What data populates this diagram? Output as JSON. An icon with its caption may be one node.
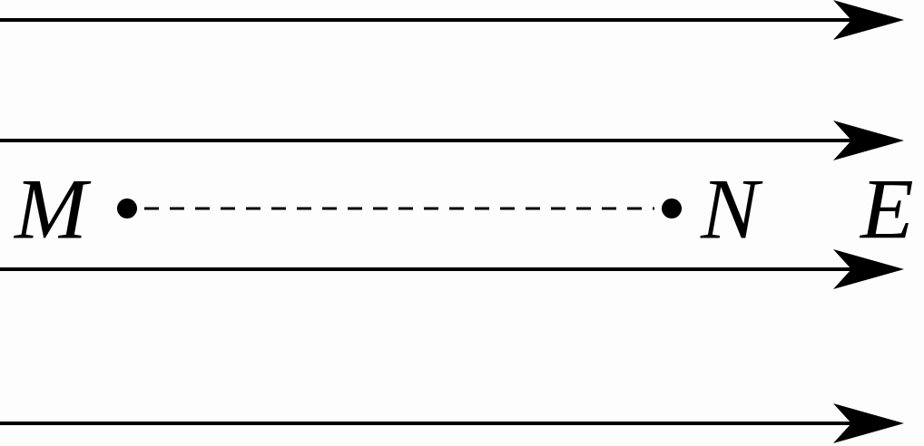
{
  "diagram": {
    "nodes": [
      {
        "text": [],
        "shape": "circle",
        "beside": [
          "M"
        ]
      },
      {
        "text": [],
        "shape": "circle",
        "beside": [
          "N"
        ]
      }
    ],
    "edges": [
      {
        "from": 0,
        "to": 1,
        "arrow": "none",
        "style": "dashed"
      }
    ],
    "labels": [
      "E"
    ]
  }
}
